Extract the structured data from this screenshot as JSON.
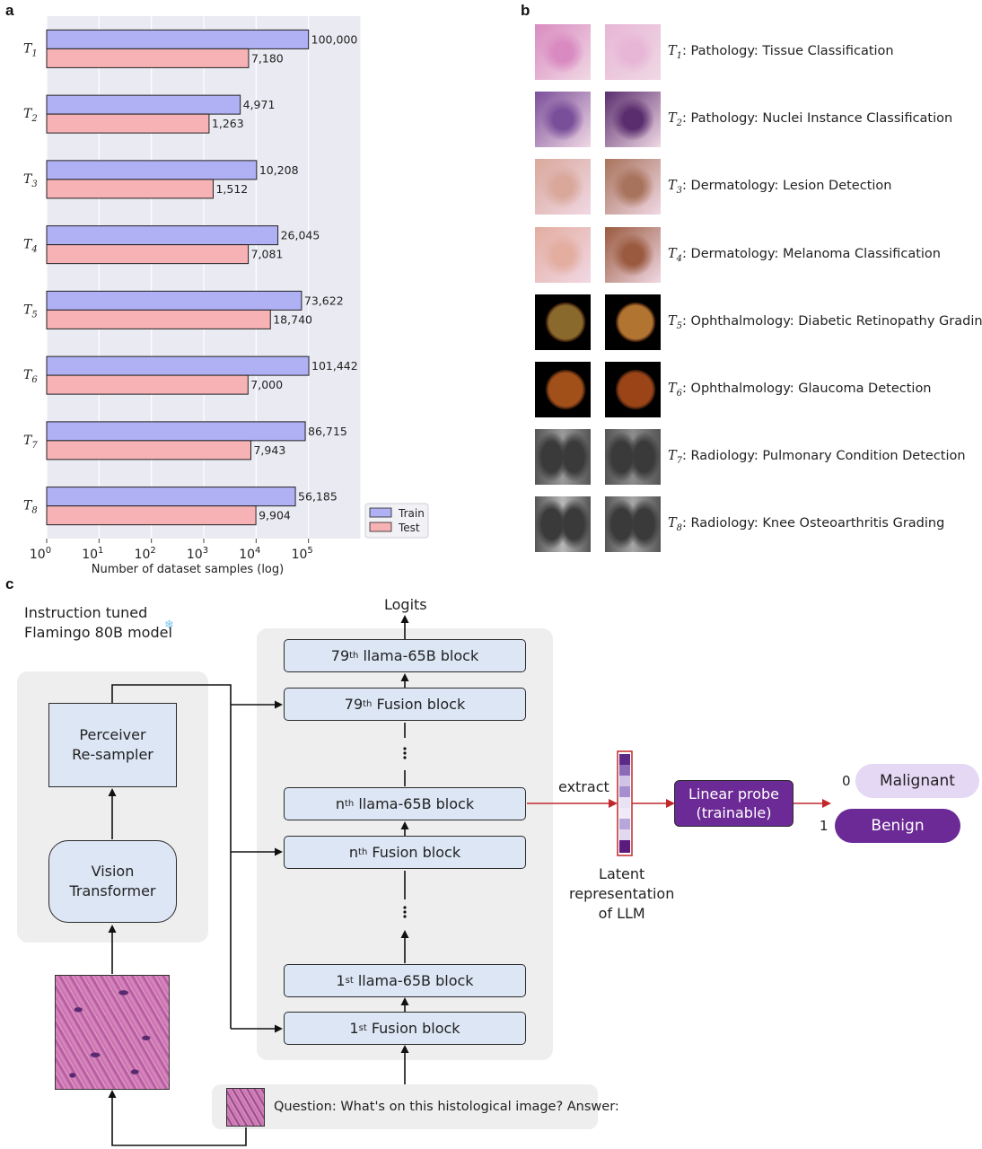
{
  "panels": {
    "a": "a",
    "b": "b",
    "c": "c"
  },
  "chart_data": {
    "type": "bar",
    "orientation": "horizontal",
    "scale": "log",
    "categories": [
      "T1",
      "T2",
      "T3",
      "T4",
      "T5",
      "T6",
      "T7",
      "T8"
    ],
    "category_main": "T",
    "category_subs": [
      "1",
      "2",
      "3",
      "4",
      "5",
      "6",
      "7",
      "8"
    ],
    "series": [
      {
        "name": "Train",
        "color": "#b0b0f5",
        "values": [
          100000,
          4971,
          10208,
          26045,
          73622,
          101442,
          86715,
          56185
        ],
        "labels": [
          "100,000",
          "4,971",
          "10,208",
          "26,045",
          "73,622",
          "101,442",
          "86,715",
          "56,185"
        ]
      },
      {
        "name": "Test",
        "color": "#f7b2b5",
        "values": [
          7180,
          1263,
          1512,
          7081,
          18740,
          7000,
          7943,
          9904
        ],
        "labels": [
          "7,180",
          "1,263",
          "1,512",
          "7,081",
          "18,740",
          "7,000",
          "7,943",
          "9,904"
        ]
      }
    ],
    "xlim_exp": [
      0,
      6
    ],
    "xticks_exp": [
      0,
      1,
      2,
      3,
      4,
      5
    ],
    "tick_base": "10",
    "xlabel": "Number of dataset samples (log)",
    "grid": true,
    "legend_position": "lower-right",
    "background": "#eaeaf2"
  },
  "tasks": [
    {
      "sub": "1",
      "text": ": Pathology: Tissue Classification",
      "colors": [
        "#d98bc1",
        "#e7b6d6"
      ]
    },
    {
      "sub": "2",
      "text": ": Pathology: Nuclei Instance Classification",
      "colors": [
        "#7a4f9a",
        "#5a2e6e"
      ]
    },
    {
      "sub": "3",
      "text": ": Dermatology: Lesion Detection",
      "colors": [
        "#d9a89b",
        "#a8735c"
      ]
    },
    {
      "sub": "4",
      "text": ": Dermatology: Melanoma Classification",
      "colors": [
        "#e3ada0",
        "#9a5a3f"
      ]
    },
    {
      "sub": "5",
      "text": ": Ophthalmology: Diabetic Retinopathy Grading",
      "colors": [
        "#8a6a2c",
        "#b27431"
      ]
    },
    {
      "sub": "6",
      "text": ": Ophthalmology: Glaucoma Detection",
      "colors": [
        "#a2501a",
        "#9a4418"
      ]
    },
    {
      "sub": "7",
      "text": ": Radiology: Pulmonary Condition Detection",
      "colors": [
        "#9a9a9a",
        "#8c8c8c"
      ]
    },
    {
      "sub": "8",
      "text": ": Radiology: Knee Osteoarthritis Grading",
      "colors": [
        "#b8b8b8",
        "#a6a6a6"
      ]
    }
  ],
  "diagram": {
    "model_title": "Instruction tuned\nFlamingo 80B model",
    "logits": "Logits",
    "perceiver": "Perceiver\nRe-sampler",
    "vision": "Vision\nTransformer",
    "blocks": [
      {
        "ord": "79",
        "sup": "th",
        "name": " llama-65B block"
      },
      {
        "ord": "79",
        "sup": "th",
        "name": " Fusion block"
      },
      {
        "ord": "n",
        "sup": "th",
        "name": " llama-65B block"
      },
      {
        "ord": "n",
        "sup": "th",
        "name": " Fusion block"
      },
      {
        "ord": "1",
        "sup": "st",
        "name": " llama-65B block"
      },
      {
        "ord": "1",
        "sup": "st",
        "name": " Fusion block"
      }
    ],
    "extract": "extract",
    "latent": "Latent\nrepresentation\nof LLM",
    "probe": "Linear probe\n(trainable)",
    "class0_index": "0",
    "class0": "Malignant",
    "class1_index": "1",
    "class1": "Benign",
    "question": "Question: What's on this histological image? Answer:",
    "accent_purple": "#6b2a96",
    "light_purple": "#e5d8f5",
    "arrow_red": "#c0282d"
  }
}
